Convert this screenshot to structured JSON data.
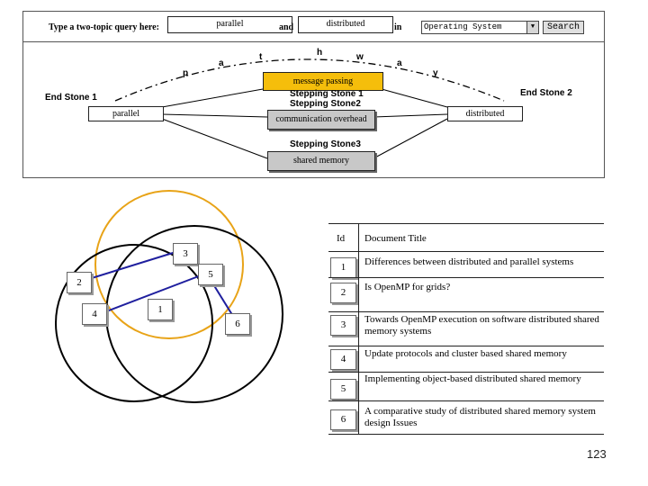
{
  "query_bar": {
    "prompt": "Type a two-topic query here:",
    "topic1": "parallel",
    "and_label": "and",
    "topic2": "distributed",
    "in_label": "in",
    "domain_selected": "Operating System",
    "search_label": "Search"
  },
  "path_letters": [
    "p",
    "a",
    "t",
    "h",
    "w",
    "a",
    "y"
  ],
  "stones": {
    "end1_label": "End Stone 1",
    "end1_value": "parallel",
    "end2_label": "End Stone 2",
    "end2_value": "distributed",
    "s1_label": "Stepping Stone 1",
    "s1_value": "message passing",
    "s2_label": "Stepping Stone2",
    "s2_value": "communication overhead",
    "s3_label": "Stepping Stone3",
    "s3_value": "shared memory"
  },
  "venn": {
    "colors": {
      "black_circle": "#000000",
      "orange_circle": "#e8a317",
      "link": "#1f1f9e"
    },
    "nodes": [
      "1",
      "2",
      "3",
      "4",
      "5",
      "6"
    ]
  },
  "doc_table": {
    "col_id": "Id",
    "col_title": "Document Title",
    "rows": [
      {
        "id": "1",
        "title": "Differences between distributed and parallel systems"
      },
      {
        "id": "2",
        "title": "Is OpenMP for grids?"
      },
      {
        "id": "3",
        "title": "Towards OpenMP execution on software distributed shared memory systems"
      },
      {
        "id": "4",
        "title": "Update protocols and cluster based shared memory"
      },
      {
        "id": "5",
        "title": "Implementing object-based distributed shared memory"
      },
      {
        "id": "6",
        "title": "A comparative study of distributed shared memory system design Issues"
      }
    ]
  },
  "page_number": "123"
}
